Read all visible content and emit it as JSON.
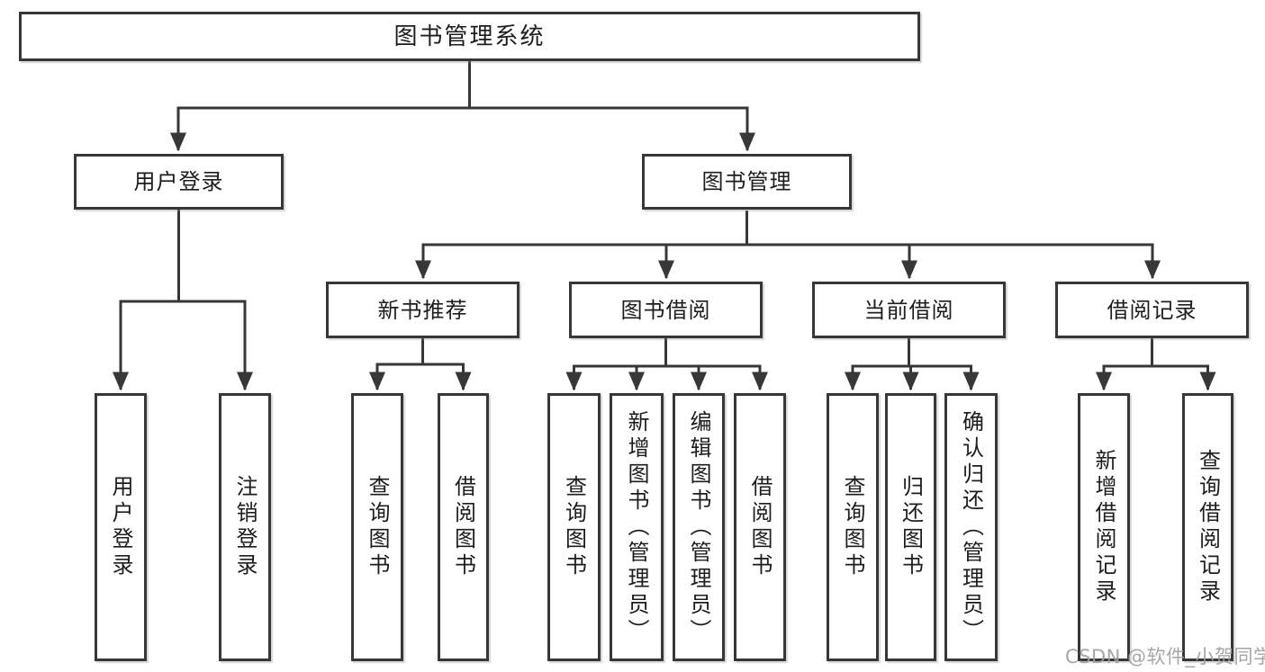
{
  "title": "图书管理系统",
  "watermark": "CSDN @软件_小贺同学",
  "colors": {
    "line": "#373737",
    "text": "#1d1d1f",
    "box_fill": "#ffffff",
    "watermark": "#9e9e9e"
  },
  "tree": {
    "root": "图书管理系统",
    "children": [
      {
        "label": "用户登录",
        "children": [
          "用户登录",
          "注销登录"
        ]
      },
      {
        "label": "图书管理",
        "children": [
          {
            "label": "新书推荐",
            "children": [
              "查询图书",
              "借阅图书"
            ]
          },
          {
            "label": "图书借阅",
            "children": [
              "查询图书",
              "新增图书（管理员）",
              "编辑图书（管理员）",
              "借阅图书"
            ]
          },
          {
            "label": "当前借阅",
            "children": [
              "查询图书",
              "归还图书",
              "确认归还（管理员）"
            ]
          },
          {
            "label": "借阅记录",
            "children": [
              "新增借阅记录",
              "查询借阅记录"
            ]
          }
        ]
      }
    ]
  }
}
